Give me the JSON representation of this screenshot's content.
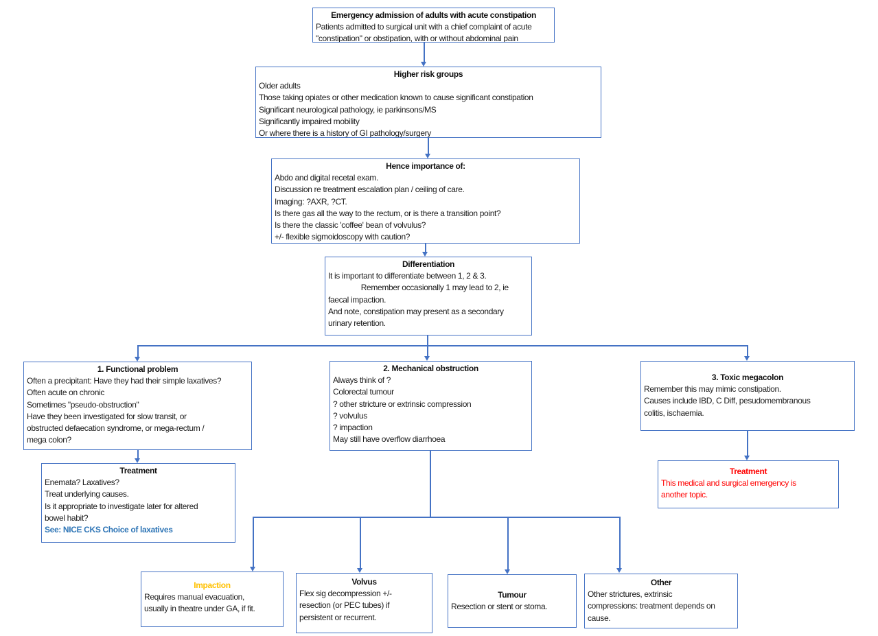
{
  "colors": {
    "box_border_blue": "#4472C4",
    "connector_blue": "#4472C4",
    "body_text": "#1A1A1A",
    "link_blue": "#2E75B6",
    "alert_red": "#FF0000",
    "highlight_orange": "#FFC000"
  },
  "nodes": {
    "emergency": {
      "title": "Emergency admission of adults with acute constipation",
      "lines": [
        "Patients admitted to surgical unit with a chief complaint of acute",
        "\"constipation\" or obstipation, with or without abdominal pain"
      ]
    },
    "risk": {
      "title": "Higher risk groups",
      "lines": [
        "Older adults",
        "Those taking opiates or other medication known to cause significant constipation",
        "Significant neurological pathology, ie parkinsons/MS",
        "Significantly impaired mobility",
        "Or where there is a history of GI pathology/surgery"
      ]
    },
    "importance": {
      "title": "Hence importance of:",
      "lines": [
        "Abdo and digital recetal exam.",
        "Discussion re treatment escalation plan / ceiling of care.",
        "Imaging: ?AXR, ?CT.",
        "Is there gas all the way to the rectum, or is there a transition point?",
        "Is there the classic 'coffee' bean of volvulus?",
        "+/- flexible sigmoidoscopy with caution?"
      ]
    },
    "differentiation": {
      "title": "Differentiation",
      "lines": [
        "It is important to differentiate between 1, 2 & 3.",
        "                Remember occasionally 1 may lead to 2, ie",
        "faecal impaction.",
        "And note, constipation may present as a secondary",
        "urinary retention."
      ]
    },
    "functional": {
      "title": "1. Functional problem",
      "lines": [
        "Often a precipitant: Have they had their simple laxatives?",
        "Often acute on chronic",
        "Sometimes \"pseudo-obstruction\"",
        "Have they been investigated for slow transit, or",
        "obstructed defaecation syndrome, or mega-rectum /",
        "mega colon?"
      ]
    },
    "mechanical": {
      "title": "2. Mechanical obstruction",
      "lines": [
        "Always think of ?",
        "Colorectal tumour",
        "? other stricture or extrinsic compression",
        "? volvulus",
        "? impaction",
        "May still have overflow diarrhoea"
      ]
    },
    "toxic": {
      "title": "3. Toxic megacolon",
      "lines": [
        "Remember this may mimic constipation.",
        "Causes include IBD, C Diff, pesudomembranous",
        "colitis, ischaemia."
      ]
    },
    "treatment_functional": {
      "title": "Treatment",
      "lines": [
        "Enemata? Laxatives?",
        "Treat underlying causes.",
        "Is it appropriate to investigate later for altered",
        "bowel habit?"
      ],
      "link": "See: NICE CKS Choice of laxatives"
    },
    "treatment_toxic": {
      "title": "Treatment",
      "lines": [
        "This medical and surgical emergency is",
        "another topic."
      ]
    },
    "impaction": {
      "title": "Impaction",
      "lines": [
        "Requires manual evacuation,",
        "usually in theatre under GA, if fit."
      ]
    },
    "volvus": {
      "title": "Volvus",
      "lines": [
        "Flex sig decompression +/-",
        "resection (or PEC tubes) if",
        "persistent or recurrent."
      ]
    },
    "tumour": {
      "title": "Tumour",
      "lines": [
        "Resection or stent or stoma."
      ]
    },
    "other": {
      "title": "Other",
      "lines": [
        "Other strictures, extrinsic",
        "compressions: treatment depends on",
        "cause."
      ]
    }
  }
}
